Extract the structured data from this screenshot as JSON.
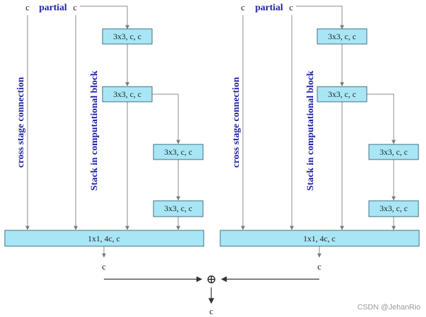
{
  "colors": {
    "box_fill": "#a8e6f5",
    "label_blue": "#1f1fa8",
    "line_gray": "#8a8a8a"
  },
  "panels": [
    {
      "top_labels": {
        "c_left": "c",
        "partial": "partial",
        "c_right": "c"
      },
      "cross_stage_label": "cross stage connection",
      "stack_label": "Stack in computational block",
      "conv_blocks": [
        "3x3, c, c",
        "3x3, c, c",
        "3x3, c, c",
        "3x3, c, c"
      ],
      "merge_block": "1x1, 4c, c",
      "output_label": "c"
    },
    {
      "top_labels": {
        "c_left": "c",
        "partial": "partial",
        "c_right": "c"
      },
      "cross_stage_label": "cross stage connection",
      "stack_label": "Stack in computational block",
      "conv_blocks": [
        "3x3, c, c",
        "3x3, c, c",
        "3x3, c, c",
        "3x3, c, c"
      ],
      "merge_block": "1x1, 4c, c",
      "output_label": "c"
    }
  ],
  "sum": {
    "symbol": "⊕",
    "output_label": "c"
  },
  "watermark": "CSDN @JehanRio"
}
